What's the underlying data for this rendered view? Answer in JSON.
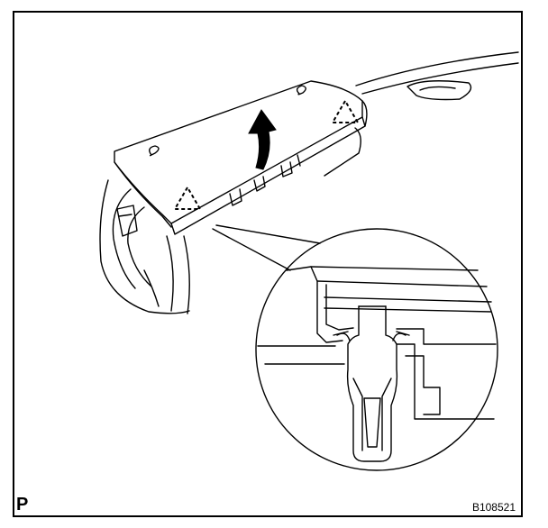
{
  "figure": {
    "corner_label": "P",
    "reference_code": "B108521",
    "stroke_color": "#000000",
    "background_color": "#ffffff",
    "icons": [
      "clip-triangle-icon",
      "lift-arrow-icon",
      "magnifier-circle"
    ]
  }
}
